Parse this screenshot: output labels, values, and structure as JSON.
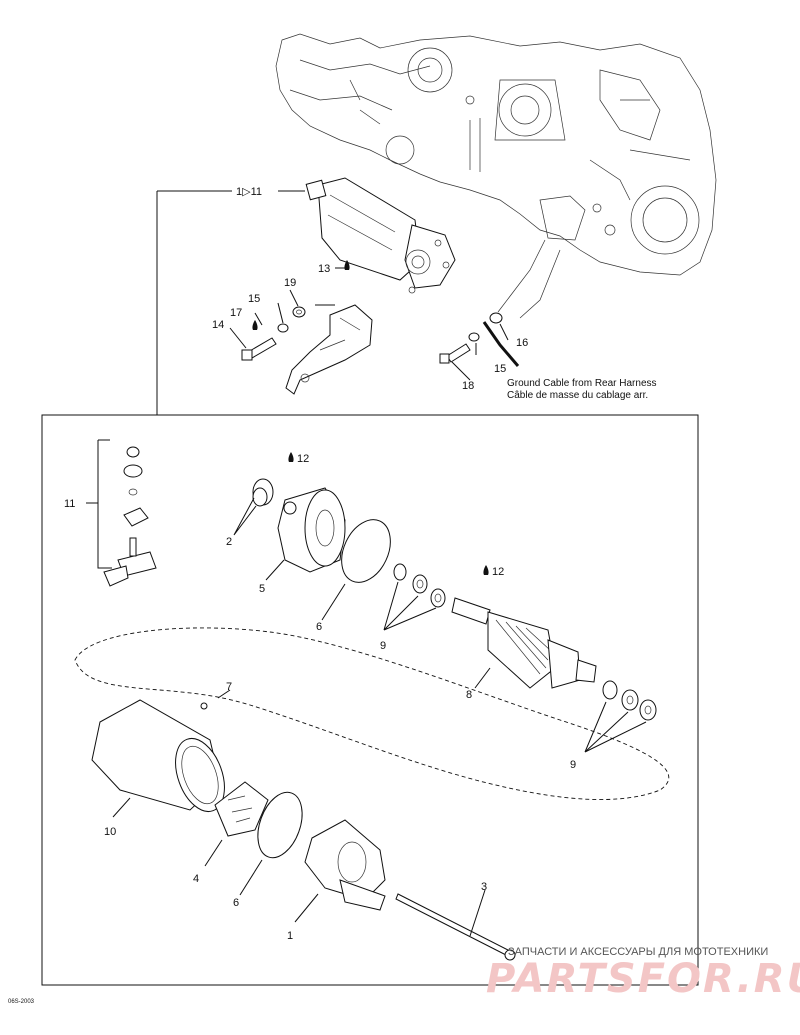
{
  "labels": {
    "top_group": "1▷11",
    "p13": "13",
    "p19": "19",
    "p15a": "15",
    "p17": "17",
    "p14": "14",
    "p16": "16",
    "p15b": "15",
    "p18": "18",
    "p12a": "12",
    "p12b": "12",
    "p11": "11",
    "p2": "2",
    "p5": "5",
    "p6a": "6",
    "p9a": "9",
    "p8": "8",
    "p7": "7",
    "p9b": "9",
    "p10": "10",
    "p4": "4",
    "p6b": "6",
    "p1": "1",
    "p3": "3"
  },
  "ground_cable": {
    "line1": "Ground Cable from Rear Harness",
    "line2": "Câble de masse du cablage arr."
  },
  "figure_code": "06S-2003",
  "watermark": {
    "top": "ЗАПЧАСТИ И АКСЕССУАРЫ ДЛЯ МОТОТЕХНИКИ",
    "logo": "PARTSFOR.RU"
  },
  "colors": {
    "ink": "#111111",
    "watermark": "#f3c6c6"
  }
}
